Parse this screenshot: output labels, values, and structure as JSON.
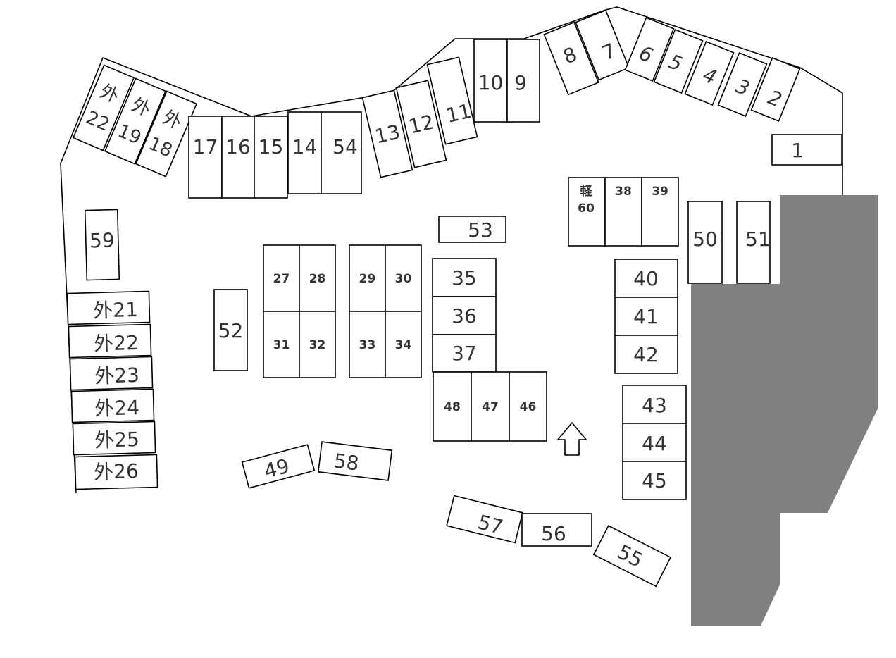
{
  "building": {
    "fill": "#808080"
  },
  "slots": {
    "s1": "1",
    "s2": "2",
    "s3": "3",
    "s4": "4",
    "s5": "5",
    "s6": "6",
    "s7": "7",
    "s8": "8",
    "s9": "9",
    "s10": "10",
    "s11": "11",
    "s12": "12",
    "s13": "13",
    "s14": "14",
    "s15": "15",
    "s16": "16",
    "s17": "17",
    "s27": "27",
    "s28": "28",
    "s29": "29",
    "s30": "30",
    "s31": "31",
    "s32": "32",
    "s33": "33",
    "s34": "34",
    "s35": "35",
    "s36": "36",
    "s37": "37",
    "s38": "38",
    "s39": "39",
    "s40": "40",
    "s41": "41",
    "s42": "42",
    "s43": "43",
    "s44": "44",
    "s45": "45",
    "s46": "46",
    "s47": "47",
    "s48": "48",
    "s49": "49",
    "s50": "50",
    "s51": "51",
    "s52": "52",
    "s53": "53",
    "s54": "54",
    "s55": "55",
    "s56": "56",
    "s57": "57",
    "s58": "58",
    "s59": "59",
    "kei_char": "軽",
    "kei_num": "60",
    "out_char": "外",
    "o22a": "22",
    "o19": "19",
    "o18": "18",
    "o21": "外21",
    "o22": "外22",
    "o23": "外23",
    "o24": "外24",
    "o25": "外25",
    "o26": "外26"
  },
  "icons": {
    "direction": "up-arrow-icon"
  }
}
